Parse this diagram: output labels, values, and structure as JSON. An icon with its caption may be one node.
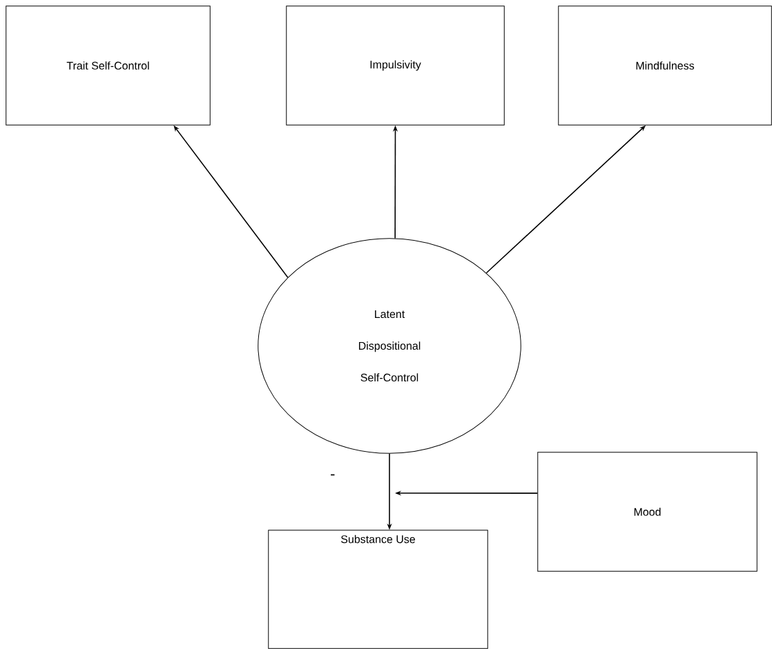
{
  "diagram": {
    "nodes": [
      {
        "text": [
          "Trait Self-Control"
        ]
      },
      {
        "text": [
          "Impulsivity"
        ]
      },
      {
        "text": [
          "Mindfulness"
        ]
      },
      {
        "text": [
          "Latent Dispositional Self-Control"
        ]
      },
      {
        "text": [
          "Substance Use"
        ]
      },
      {
        "text": [
          "Mood"
        ]
      }
    ],
    "edges": [
      {
        "from": 3,
        "to": 0,
        "arrow": "to"
      },
      {
        "from": 3,
        "to": 1,
        "arrow": "to"
      },
      {
        "from": 3,
        "to": 2,
        "arrow": "to"
      },
      {
        "from": 3,
        "to": 4,
        "arrow": "to",
        "label": "-"
      },
      {
        "from": 5,
        "to": null,
        "arrow": "to"
      }
    ]
  }
}
